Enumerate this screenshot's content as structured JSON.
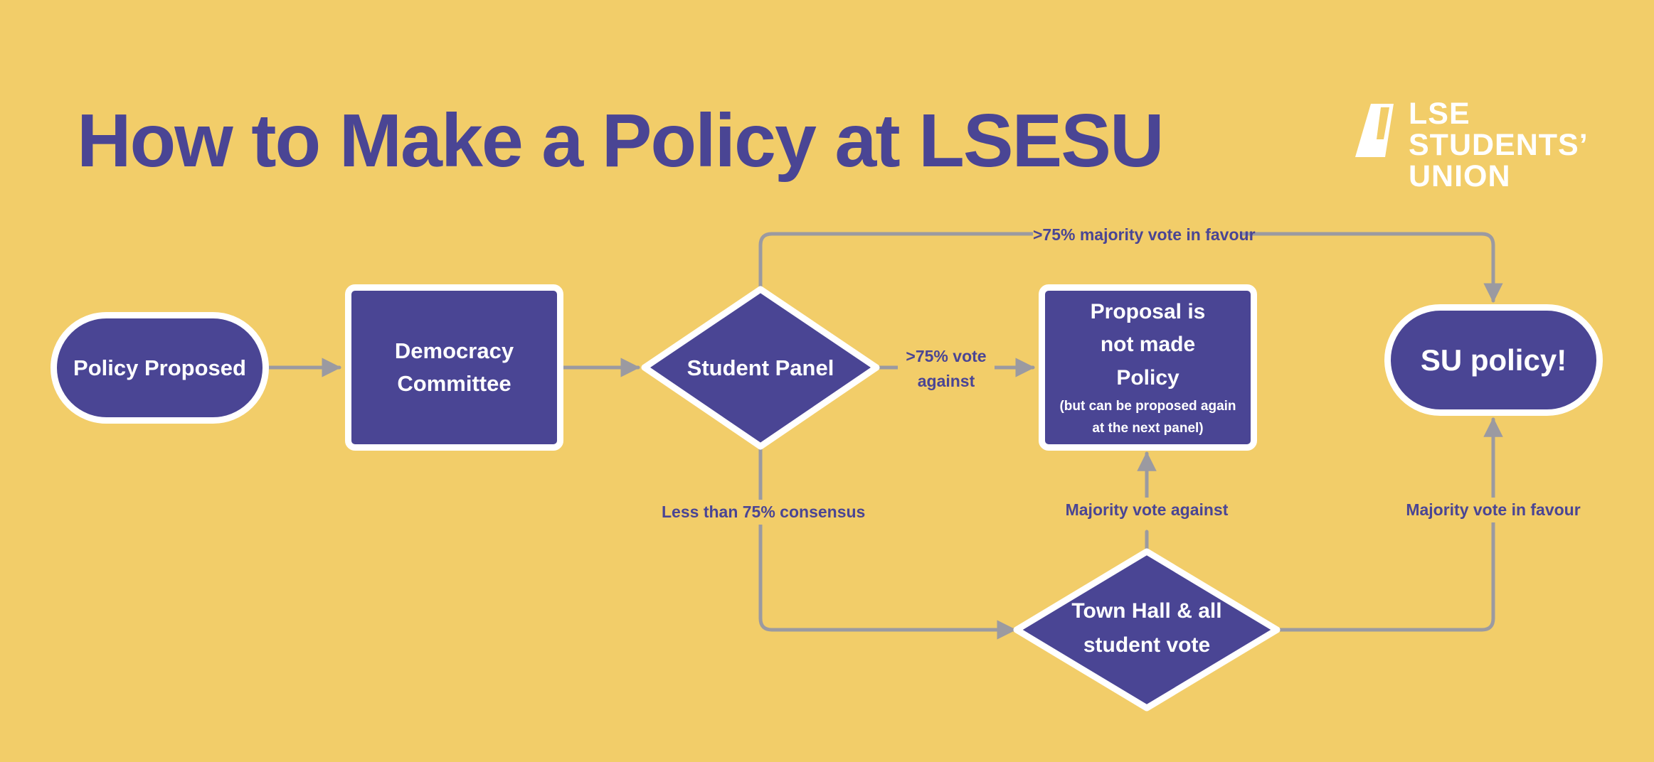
{
  "title": "How to Make a Policy at LSESU",
  "logo": {
    "lines": [
      "LSE",
      "STUDENTS’",
      "UNION"
    ]
  },
  "colors": {
    "background": "#f2cd69",
    "node_fill": "#4a4594",
    "node_border": "#ffffff",
    "connector": "#9b9aa1",
    "label_text": "#4a4594"
  },
  "nodes": {
    "policy_proposed": "Policy Proposed",
    "democracy_committee": "Democracy Committee",
    "student_panel": "Student Panel",
    "not_policy_main": "Proposal is not made Policy",
    "not_policy_note": "(but can be proposed again at the next panel)",
    "su_policy": "SU policy!",
    "town_hall": "Town Hall & all student vote"
  },
  "edges": {
    "panel_to_su": ">75% majority vote in favour",
    "panel_to_not": ">75% vote against",
    "panel_to_townhall": "Less than 75% consensus",
    "townhall_to_not": "Majority vote against",
    "townhall_to_su": "Majority vote in favour"
  }
}
